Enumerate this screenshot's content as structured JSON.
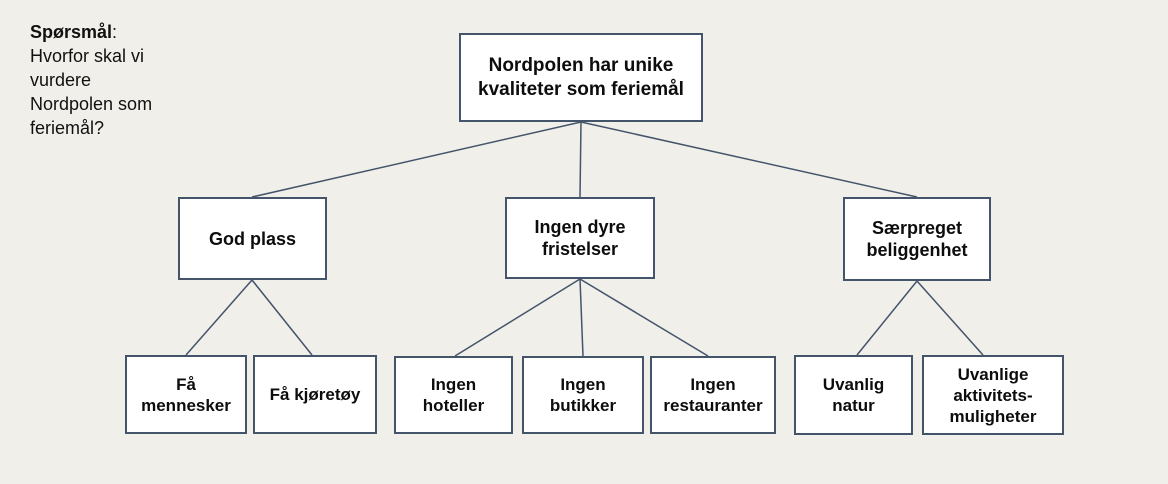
{
  "question": {
    "label": "Spørsmål",
    "colon": ":",
    "lines_text": "Hvorfor skal vi\nvurdere\nNordpolen som\nferiemål?"
  },
  "tree": {
    "root": "Nordpolen har unike\nkvaliteter som feriemål",
    "level2": {
      "god_plass": "God plass",
      "ingen_dyre": "Ingen dyre\nfristelser",
      "saerpreget": "Særpreget\nbeliggenhet"
    },
    "leaves": {
      "faa_mennesker": "Få\nmennesker",
      "faa_kjoretoy": "Få kjøretøy",
      "ingen_hoteller": "Ingen\nhoteller",
      "ingen_butikker": "Ingen\nbutikker",
      "ingen_restauranter": "Ingen\nrestauranter",
      "uvanlig_natur": "Uvanlig\nnatur",
      "uvanlige_aktiviteter": "Uvanlige\naktivitets-\nmuligheter"
    }
  },
  "colors": {
    "background": "#f0efea",
    "box_fill": "#ffffff",
    "box_border": "#44546a",
    "connector_line": "#44546a",
    "text": "#0d0d0d"
  }
}
